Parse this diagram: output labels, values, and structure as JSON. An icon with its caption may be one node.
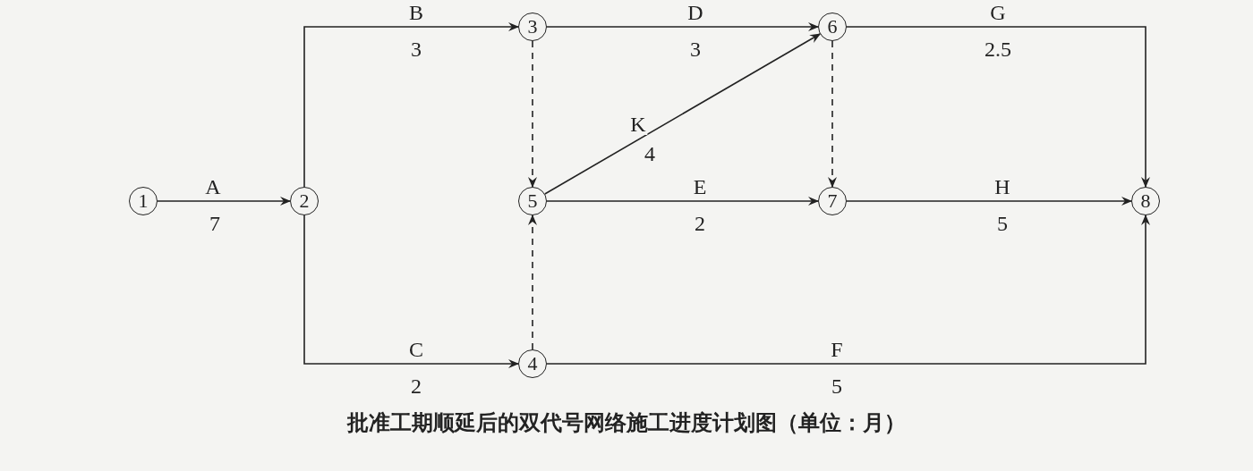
{
  "diagram": {
    "caption": "批准工期顺延后的双代号网络施工进度计划图（单位：月）",
    "nodes": [
      {
        "text": [
          "1"
        ]
      },
      {
        "text": [
          "2"
        ]
      },
      {
        "text": [
          "3"
        ]
      },
      {
        "text": [
          "4"
        ]
      },
      {
        "text": [
          "5"
        ]
      },
      {
        "text": [
          "6"
        ]
      },
      {
        "text": [
          "7"
        ]
      },
      {
        "text": [
          "8"
        ]
      }
    ],
    "edges": [
      {
        "from": 0,
        "to": 1,
        "arrow": "to",
        "label": "A"
      },
      {
        "from": 1,
        "to": 2,
        "arrow": "to",
        "label": "B"
      },
      {
        "from": 1,
        "to": 3,
        "arrow": "to",
        "label": "C"
      },
      {
        "from": 2,
        "to": 5,
        "arrow": "to",
        "label": "D"
      },
      {
        "from": 2,
        "to": 4,
        "arrow": "to",
        "style": "dashed"
      },
      {
        "from": 3,
        "to": 4,
        "arrow": "to",
        "style": "dashed"
      },
      {
        "from": 4,
        "to": 5,
        "arrow": "to",
        "label": "K"
      },
      {
        "from": 4,
        "to": 6,
        "arrow": "to",
        "label": "E"
      },
      {
        "from": 5,
        "to": 6,
        "arrow": "to",
        "style": "dashed"
      },
      {
        "from": 5,
        "to": 7,
        "arrow": "to",
        "label": "G"
      },
      {
        "from": 6,
        "to": 7,
        "arrow": "to",
        "label": "H"
      },
      {
        "from": 3,
        "to": 7,
        "arrow": "to",
        "label": "F"
      }
    ],
    "labels": [
      "3",
      "3",
      "2.5",
      "4",
      "7",
      "2",
      "5",
      "2",
      "5"
    ]
  }
}
